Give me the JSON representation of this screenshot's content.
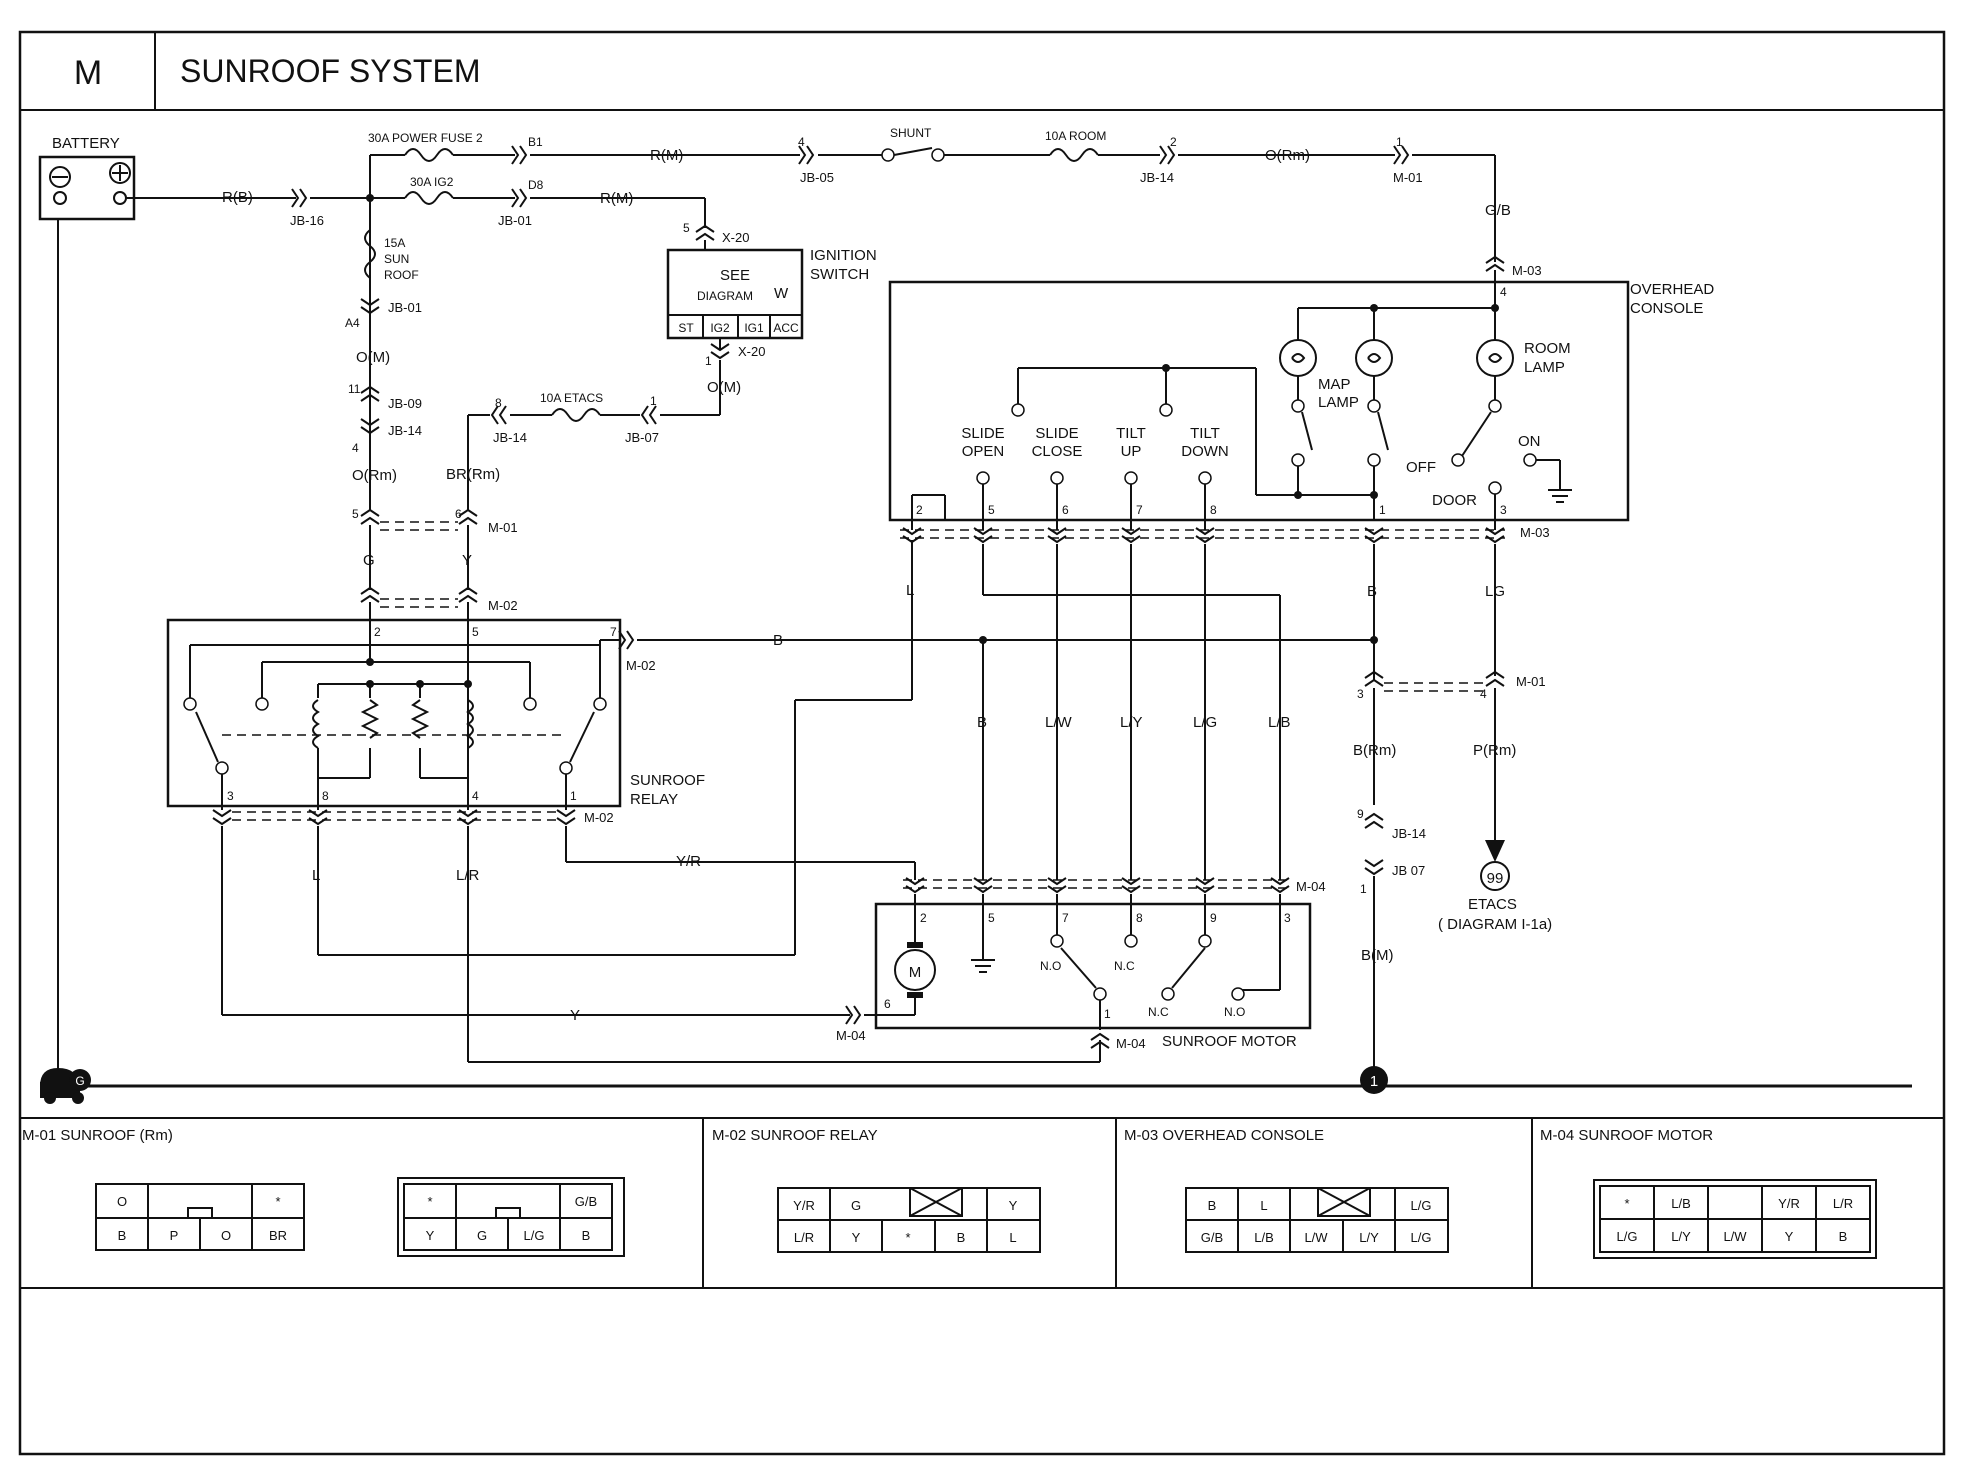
{
  "header": {
    "section": "M",
    "title": "SUNROOF SYSTEM"
  },
  "power": {
    "battery": "BATTERY",
    "fuse_power2": "30A POWER FUSE 2",
    "fuse_ig2": "30A IG2",
    "fuse_sunroof_a": "15A",
    "fuse_sunroof_b": "SUN",
    "fuse_sunroof_c": "ROOF",
    "shunt": "SHUNT",
    "fuse_room": "10A ROOM",
    "fuse_etacs": "10A ETACS",
    "wire_rb": "R(B)",
    "wire_rm1": "R(M)",
    "wire_rm2": "R(M)",
    "wire_orm_top": "O(Rm)",
    "wire_gb": "G/B",
    "wire_om1": "O(M)",
    "wire_om2": "O(M)",
    "wire_orm": "O(Rm)",
    "wire_brrm": "BR(Rm)",
    "b1": "B1",
    "d8": "D8",
    "a4": "A4"
  },
  "connectors": {
    "jb16": "JB-16",
    "jb01a": "JB-01",
    "jb01b": "JB-01",
    "jb05": "JB-05",
    "jb14a": "JB-14",
    "m01top": "M-01",
    "x20a": "X-20",
    "x20b": "X-20",
    "jb09": "JB-09",
    "jb14b": "JB-14",
    "jb14c": "JB-14",
    "jb07": "JB-07",
    "m01a": "M-01",
    "m02a": "M-02",
    "m02b": "M-02",
    "m02c": "M-02",
    "m03a": "M-03",
    "m03b": "M-03",
    "m01b": "M-01",
    "jb14d": "JB-14",
    "jb07b": "JB 07",
    "m04a": "M-04",
    "m04b": "M-04",
    "m04c": "M-04"
  },
  "ignition": {
    "see": "SEE",
    "diagram": "DIAGRAM",
    "w": "W",
    "label1": "IGNITION",
    "label2": "SWITCH",
    "positions": [
      "ST",
      "IG2",
      "IG1",
      "ACC"
    ]
  },
  "console": {
    "label1": "OVERHEAD",
    "label2": "CONSOLE",
    "map1": "MAP",
    "map2": "LAMP",
    "room1": "ROOM",
    "room2": "LAMP",
    "off": "OFF",
    "on": "ON",
    "door": "DOOR",
    "switches": [
      {
        "l1": "SLIDE",
        "l2": "OPEN"
      },
      {
        "l1": "SLIDE",
        "l2": "CLOSE"
      },
      {
        "l1": "TILT",
        "l2": "UP"
      },
      {
        "l1": "TILT",
        "l2": "DOWN"
      }
    ]
  },
  "relay": {
    "label1": "SUNROOF",
    "label2": "RELAY"
  },
  "motor": {
    "label": "SUNROOF MOTOR",
    "m": "M",
    "nc1": "N.C",
    "no1": "N.O",
    "nc2": "N.C",
    "no2": "N.O"
  },
  "wires": {
    "g": "G",
    "y": "Y",
    "b": "B",
    "l": "L",
    "lg": "LG",
    "b2": "B",
    "lw": "L/W",
    "ly": "L/Y",
    "lg2": "L/G",
    "lb": "L/B",
    "brm": "B(Rm)",
    "prm": "P(Rm)",
    "l2": "L",
    "lr": "L/R",
    "yr": "Y/R",
    "y2": "Y",
    "bm": "B(M)"
  },
  "etacs": {
    "num": "99",
    "label": "ETACS",
    "ref": "( DIAGRAM  I-1a)"
  },
  "ground": {
    "g": "G",
    "one": "1"
  },
  "legend": {
    "m01": {
      "title": "M-01 SUNROOF (Rm)",
      "left": {
        "top": [
          "O",
          "",
          "*"
        ],
        "bottom": [
          "B",
          "P",
          "O",
          "BR"
        ]
      },
      "right": {
        "top": [
          "*",
          "",
          "G/B"
        ],
        "bottom": [
          "Y",
          "G",
          "L/G",
          "B"
        ]
      }
    },
    "m02": {
      "title": "M-02 SUNROOF RELAY",
      "top": [
        "Y/R",
        "G",
        "",
        "Y"
      ],
      "bottom": [
        "L/R",
        "Y",
        "*",
        "B",
        "L"
      ]
    },
    "m03": {
      "title": "M-03 OVERHEAD CONSOLE",
      "top": [
        "B",
        "L",
        "",
        "L/G"
      ],
      "bottom": [
        "G/B",
        "L/B",
        "L/W",
        "L/Y",
        "L/G"
      ]
    },
    "m04": {
      "title": "M-04 SUNROOF MOTOR",
      "top": [
        "*",
        "L/B",
        "",
        "Y/R",
        "L/R"
      ],
      "bottom": [
        "L/G",
        "L/Y",
        "L/W",
        "Y",
        "B"
      ]
    }
  }
}
